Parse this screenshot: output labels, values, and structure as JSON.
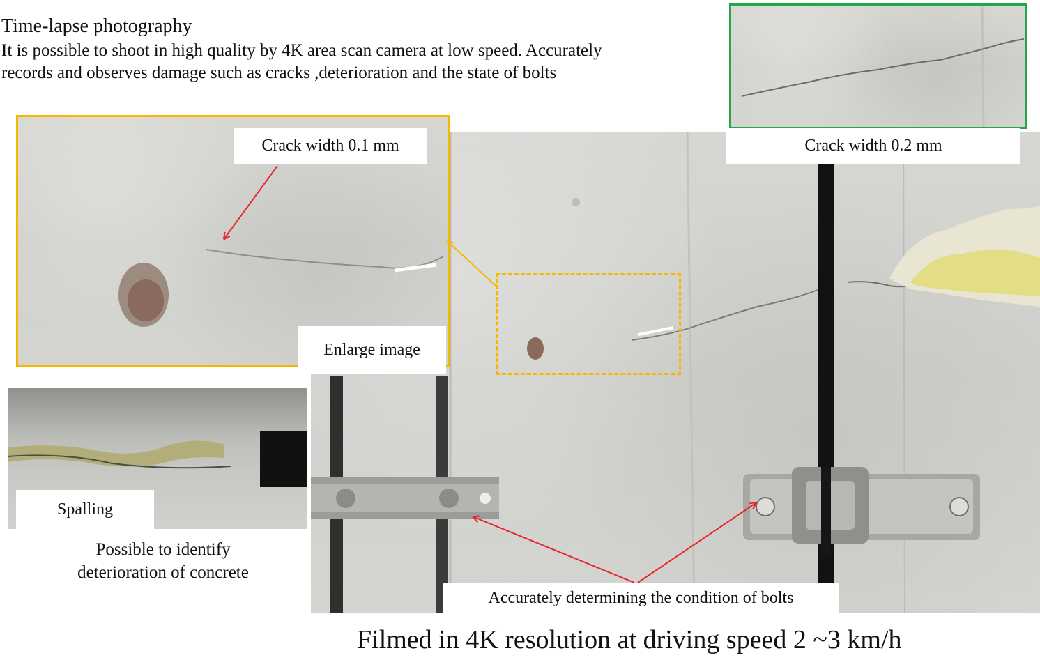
{
  "header": {
    "title": "Time-lapse  photography",
    "description_line1": "It is possible to shoot in high quality by 4K area scan camera at low speed. Accurately",
    "description_line2": "records and observes damage such as cracks ,deterioration and the state of bolts"
  },
  "labels": {
    "crack_01": "Crack width 0.1 mm",
    "crack_02": "Crack width 0.2 mm",
    "enlarge": "Enlarge image",
    "spalling": "Spalling",
    "bolts": "Accurately determining the condition of bolts"
  },
  "spalling_note": {
    "line1": "Possible to identify",
    "line2": "deterioration  of concrete"
  },
  "caption": "Filmed in 4K resolution at driving speed 2 ~3 km/h",
  "colors": {
    "zoom_border": "#f5b800",
    "inset_border": "#22a84a",
    "arrow": "#e8262b"
  }
}
